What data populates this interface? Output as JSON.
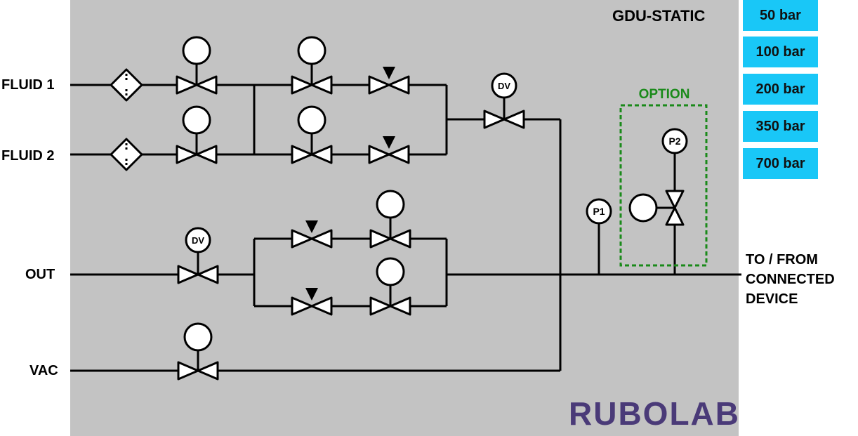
{
  "title": "GDU-STATIC",
  "inputs": {
    "fluid1": "FLUID 1",
    "fluid2": "FLUID 2",
    "out": "OUT",
    "vac": "VAC"
  },
  "destination": [
    "TO / FROM",
    "CONNECTED",
    "DEVICE"
  ],
  "option_label": "OPTION",
  "gauges": {
    "dv": "DV",
    "p1": "P1",
    "p2": "P2"
  },
  "pressure_options": [
    "50 bar",
    "100 bar",
    "200 bar",
    "350 bar",
    "700 bar"
  ],
  "brand": "RUBOLAB",
  "colors": {
    "panel": "#c3c3c3",
    "button": "#19c7f7",
    "option": "#1a8a1a",
    "brand": "#4a3a78"
  }
}
